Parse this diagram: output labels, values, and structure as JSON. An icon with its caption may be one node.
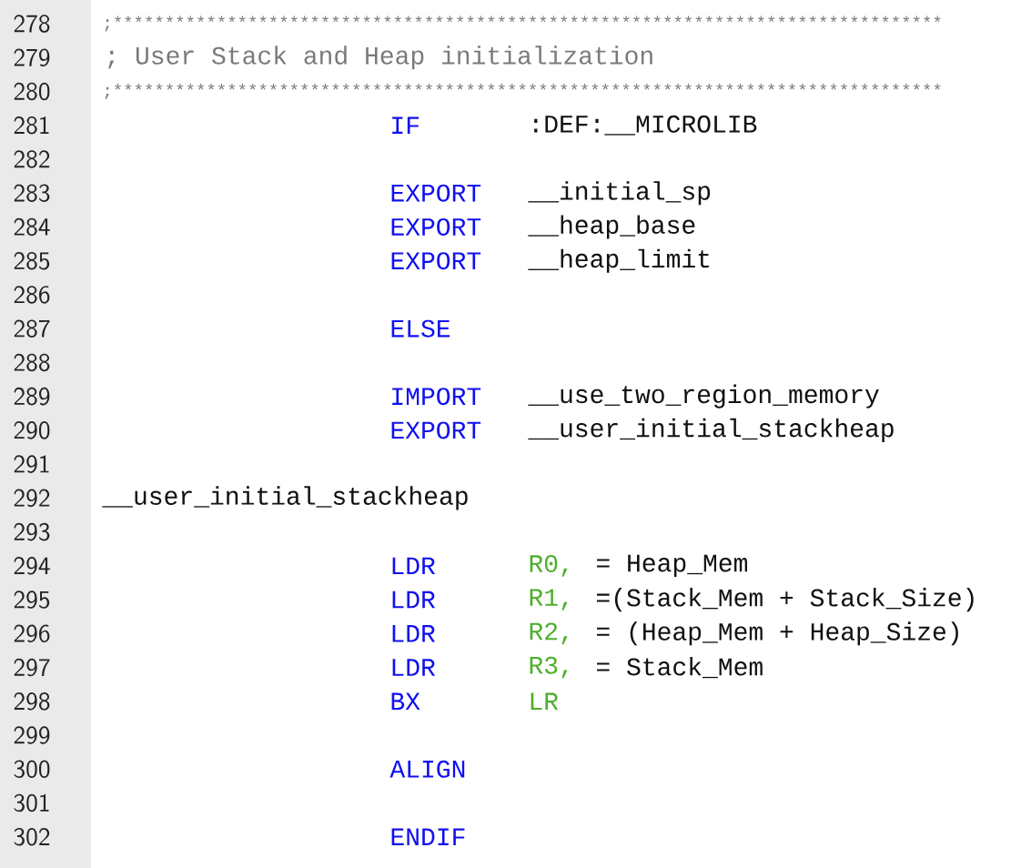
{
  "diagram": {
    "labels": [
      "278",
      ";********************************************************************************",
      "279",
      "; User Stack and Heap initialization",
      "280",
      ";********************************************************************************",
      "281",
      "IF",
      ":DEF:__MICROLIB",
      "282",
      "283",
      "EXPORT",
      "__initial_sp",
      "284",
      "EXPORT",
      "__heap_base",
      "285",
      "EXPORT",
      "__heap_limit",
      "286",
      "287",
      "ELSE",
      "288",
      "289",
      "IMPORT",
      "__use_two_region_memory",
      "290",
      "EXPORT",
      "__user_initial_stackheap",
      "291",
      "292",
      "__user_initial_stackheap",
      "293",
      "294",
      "LDR",
      "R0,",
      "= Heap_Mem",
      "295",
      "LDR",
      "R1,",
      "=(Stack_Mem + Stack_Size)",
      "296",
      "LDR",
      "R2,",
      "= (Heap_Mem + Heap_Size)",
      "297",
      "LDR",
      "R3,",
      "= Stack_Mem",
      "298",
      "BX",
      "LR",
      "299",
      "300",
      "ALIGN",
      "301",
      "302",
      "ENDIF"
    ]
  }
}
